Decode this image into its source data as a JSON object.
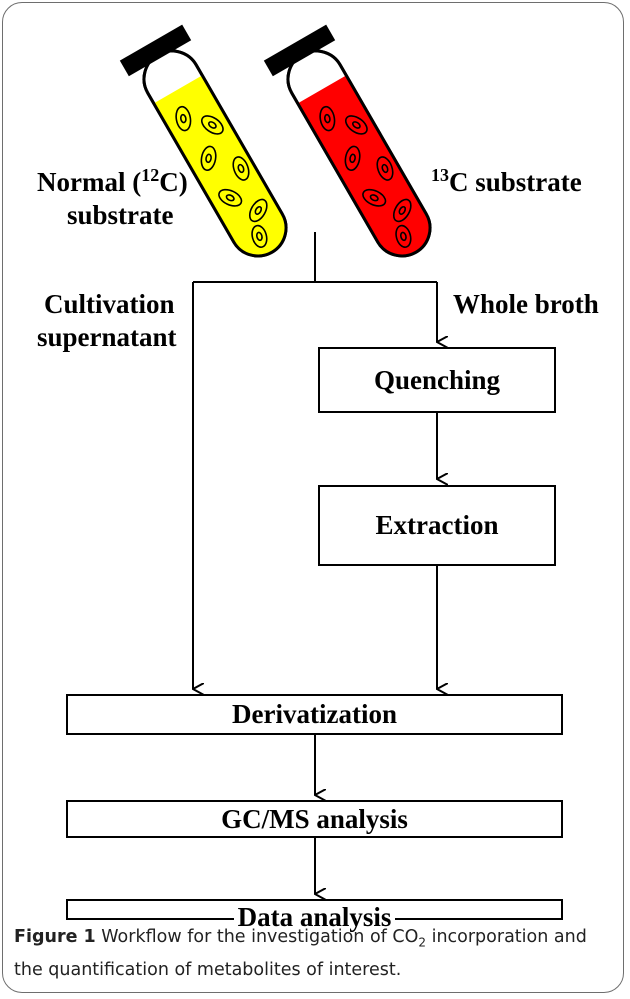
{
  "tubes": {
    "left_label_prefix": "Normal (",
    "left_label_sup": "12",
    "left_label_suffix": "C)",
    "left_label_line2": "substrate",
    "right_label_sup": "13",
    "right_label_suffix": "C substrate",
    "left_liquid_color": "#ffff00",
    "right_liquid_color": "#ff0000"
  },
  "branches": {
    "left_line1": "Cultivation",
    "left_line2": "supernatant",
    "right": "Whole broth"
  },
  "steps": {
    "quenching": "Quenching",
    "extraction": "Extraction",
    "derivatization": "Derivatization",
    "gcms": "GC/MS analysis",
    "data": "Data analysis"
  },
  "caption": {
    "figure_label": "Figure 1",
    "text_before_sub": " Workflow for the investigation of CO",
    "sub": "2",
    "text_after_sub": " incorporation and the quantification of metabolites of interest."
  }
}
